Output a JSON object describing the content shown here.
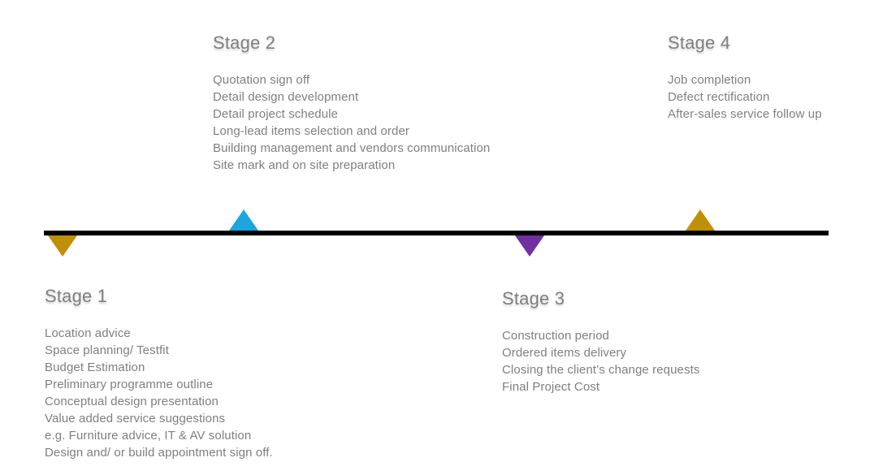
{
  "colors": {
    "axis": "#000000",
    "gold": "#BF9005",
    "blue": "#1BA6DF",
    "purple": "#7030A0",
    "heading_gray": "#808080",
    "body_gray": "#7F7F7F"
  },
  "stages": [
    {
      "label": "Stage 1",
      "marker": {
        "shape": "triangle-down",
        "color": "#BF9005"
      },
      "items": [
        "Location advice",
        "Space planning/ Testfit",
        "Budget Estimation",
        "Preliminary programme outline",
        "Conceptual design presentation",
        "Value added service suggestions",
        "e.g. Furniture advice, IT & AV solution",
        "Design and/ or build appointment sign off."
      ]
    },
    {
      "label": "Stage 2",
      "marker": {
        "shape": "triangle-up",
        "color": "#1BA6DF"
      },
      "items": [
        "Quotation sign off",
        "Detail design development",
        "Detail project schedule",
        "Long-lead items selection and order",
        "Building management and vendors communication",
        "Site mark and on site preparation"
      ]
    },
    {
      "label": "Stage 3",
      "marker": {
        "shape": "triangle-down",
        "color": "#7030A0"
      },
      "items": [
        "Construction period",
        "Ordered items delivery",
        "Closing the client’s change requests",
        "Final Project Cost"
      ]
    },
    {
      "label": "Stage 4",
      "marker": {
        "shape": "triangle-up",
        "color": "#BF9005"
      },
      "items": [
        "Job completion",
        "Defect rectification",
        "After-sales service follow up"
      ]
    }
  ]
}
